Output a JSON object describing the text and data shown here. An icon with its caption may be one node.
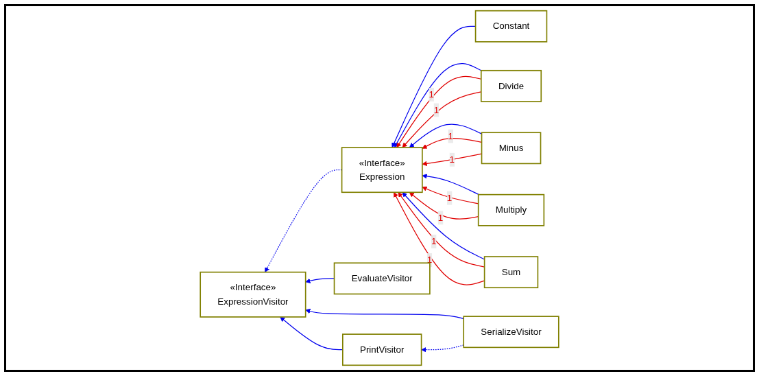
{
  "diagram": {
    "nodes": [
      {
        "text": [
          "«Interface»",
          "Expression"
        ]
      },
      {
        "text": [
          "«Interface»",
          "ExpressionVisitor"
        ]
      },
      {
        "text": [
          "Constant"
        ]
      },
      {
        "text": [
          "Divide"
        ]
      },
      {
        "text": [
          "Minus"
        ]
      },
      {
        "text": [
          "Multiply"
        ]
      },
      {
        "text": [
          "Sum"
        ]
      },
      {
        "text": [
          "EvaluateVisitor"
        ]
      },
      {
        "text": [
          "PrintVisitor"
        ]
      },
      {
        "text": [
          "SerializeVisitor"
        ]
      }
    ],
    "edges": [
      {
        "from": 0,
        "to": 1,
        "arrow": "to",
        "style": "dashed"
      },
      {
        "from": 2,
        "to": 0,
        "arrow": "to"
      },
      {
        "from": 3,
        "to": 0,
        "arrow": "to"
      },
      {
        "from": 4,
        "to": 0,
        "arrow": "to"
      },
      {
        "from": 5,
        "to": 0,
        "arrow": "to"
      },
      {
        "from": 6,
        "to": 0,
        "arrow": "to"
      },
      {
        "from": 3,
        "to": 0,
        "arrow": "to",
        "label": "1",
        "color": "#e00000"
      },
      {
        "from": 3,
        "to": 0,
        "arrow": "to",
        "label": "1",
        "color": "#e00000"
      },
      {
        "from": 4,
        "to": 0,
        "arrow": "to",
        "label": "1",
        "color": "#e00000"
      },
      {
        "from": 4,
        "to": 0,
        "arrow": "to",
        "label": "1",
        "color": "#e00000"
      },
      {
        "from": 5,
        "to": 0,
        "arrow": "to",
        "label": "1",
        "color": "#e00000"
      },
      {
        "from": 5,
        "to": 0,
        "arrow": "to",
        "label": "1",
        "color": "#e00000"
      },
      {
        "from": 6,
        "to": 0,
        "arrow": "to",
        "label": "1",
        "color": "#e00000"
      },
      {
        "from": 6,
        "to": 0,
        "arrow": "to",
        "label": "1",
        "color": "#e00000"
      },
      {
        "from": 7,
        "to": 1,
        "arrow": "to"
      },
      {
        "from": 8,
        "to": 1,
        "arrow": "to"
      },
      {
        "from": 9,
        "to": 1,
        "arrow": "to"
      },
      {
        "from": 9,
        "to": 8,
        "arrow": "to",
        "style": "dashed"
      }
    ]
  }
}
